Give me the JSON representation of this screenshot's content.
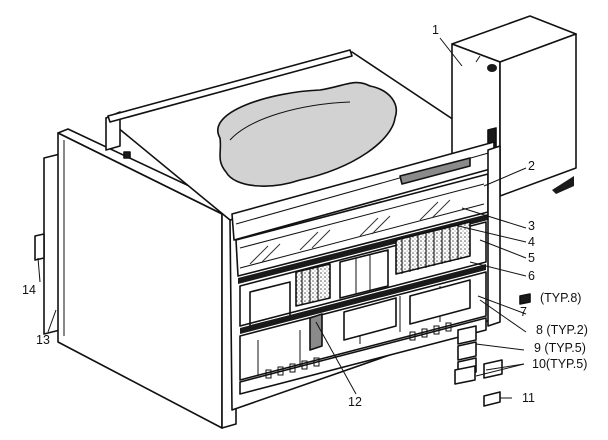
{
  "callouts": [
    {
      "id": "c1",
      "text": "1"
    },
    {
      "id": "c2",
      "text": "2"
    },
    {
      "id": "c3",
      "text": "3"
    },
    {
      "id": "c4",
      "text": "4"
    },
    {
      "id": "c5",
      "text": "5"
    },
    {
      "id": "c6",
      "text": "6"
    },
    {
      "id": "c7",
      "text": "7"
    },
    {
      "id": "c8",
      "text": "(TYP.8)"
    },
    {
      "id": "c9",
      "text": "8 (TYP.2)"
    },
    {
      "id": "c10",
      "text": "9 (TYP.5)"
    },
    {
      "id": "c11",
      "text": "10(TYP.5)"
    },
    {
      "id": "c12",
      "text": "11"
    },
    {
      "id": "c13",
      "text": "12"
    },
    {
      "id": "c14",
      "text": "13"
    },
    {
      "id": "c15",
      "text": "14"
    }
  ]
}
